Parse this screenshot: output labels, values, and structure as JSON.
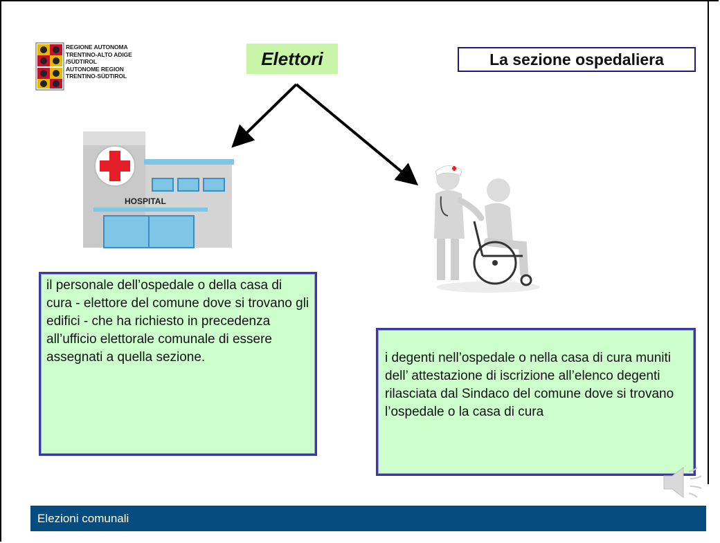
{
  "logo": {
    "lines": "REGIONE AUTONOMA\nTRENTINO-ALTO ADIGE\n/SÜDTIROL\nAUTONOME REGION\nTRENTINO-SÜDTIROL"
  },
  "header": {
    "elettori": "Elettori",
    "title": "La sezione ospedaliera"
  },
  "hospital": {
    "sign": "HOSPITAL"
  },
  "boxes": {
    "left_text": "il personale dell’ospedale o della casa di cura - elettore del comune dove si trovano gli edifici  - che ha richiesto in precedenza all’ufficio elettorale comunale di essere assegnati a quella sezione.",
    "right_text": "i degenti nell’ospedale o nella casa di cura muniti dell’ attestazione di iscrizione all’elenco degenti rilasciata dal Sindaco del comune dove si trovano l’ospedale o la casa di cura"
  },
  "footer": {
    "label": "Elezioni comunali"
  },
  "icons": [
    "coat-of-arms-icon",
    "hospital-icon",
    "nurse-wheelchair-icon",
    "speaker-icon"
  ],
  "colors": {
    "footer_bg": "#064c7e",
    "elettori_bg": "#c9f5a8",
    "box_bg": "#ccffcc",
    "box_border": "#3a3a9e"
  }
}
